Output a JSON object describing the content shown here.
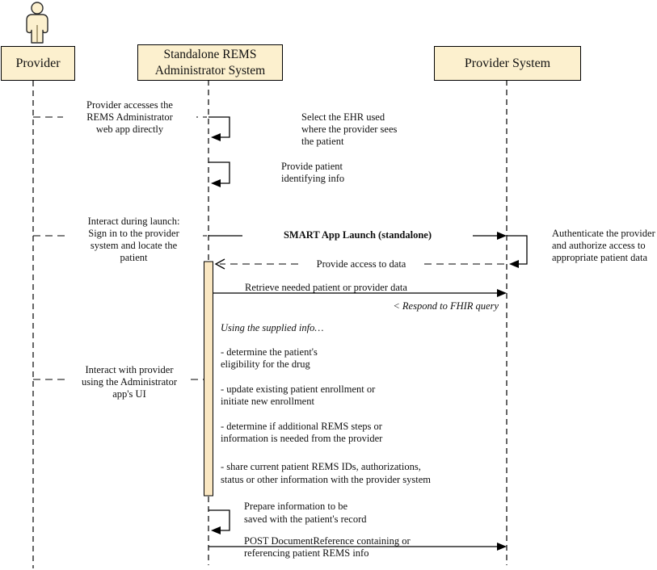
{
  "diagram_type": "uml-sequence-diagram",
  "colors": {
    "box_fill": "#fcf0ce",
    "box_border": "#000000",
    "activation_fill": "#fae7c2",
    "line": "#000000",
    "actor_center_line": "#9a8c66"
  },
  "participants": {
    "provider": {
      "label": "Provider"
    },
    "rems_admin": {
      "label": "Standalone REMS\nAdministrator System"
    },
    "provider_system": {
      "label": "Provider System"
    }
  },
  "messages": {
    "provider_access": "Provider accesses the\nREMS Administrator\nweb app directly",
    "select_ehr": "Select the EHR used\nwhere the provider sees\nthe patient",
    "provide_patient_info": "Provide patient\nidentifying info",
    "interact_launch": "Interact during launch:\nSign in to the provider\nsystem and locate the\npatient",
    "smart_launch": "SMART App Launch (standalone)",
    "authenticate_note": "Authenticate the provider\nand authorize access to\nappropriate patient data",
    "provide_access": "Provide access to data",
    "retrieve_data": "Retrieve needed patient or provider data",
    "respond_fhir": "< Respond to FHIR query",
    "using_info": "Using the supplied info…",
    "determine_eligibility": "- determine the patient's\neligibility for the drug",
    "update_enrollment": "- update existing patient enrollment or\ninitiate new enrollment",
    "determine_steps": "- determine if additional REMS steps or\ninformation is needed from the provider",
    "share_ids": "- share current patient REMS IDs, authorizations,\nstatus or other information with the provider system",
    "interact_ui": "Interact with provider\nusing the Administrator\napp's UI",
    "prepare_info": "Prepare information to be\nsaved with the patient's record",
    "post_docref": "POST DocumentReference containing or\nreferencing patient REMS info"
  }
}
